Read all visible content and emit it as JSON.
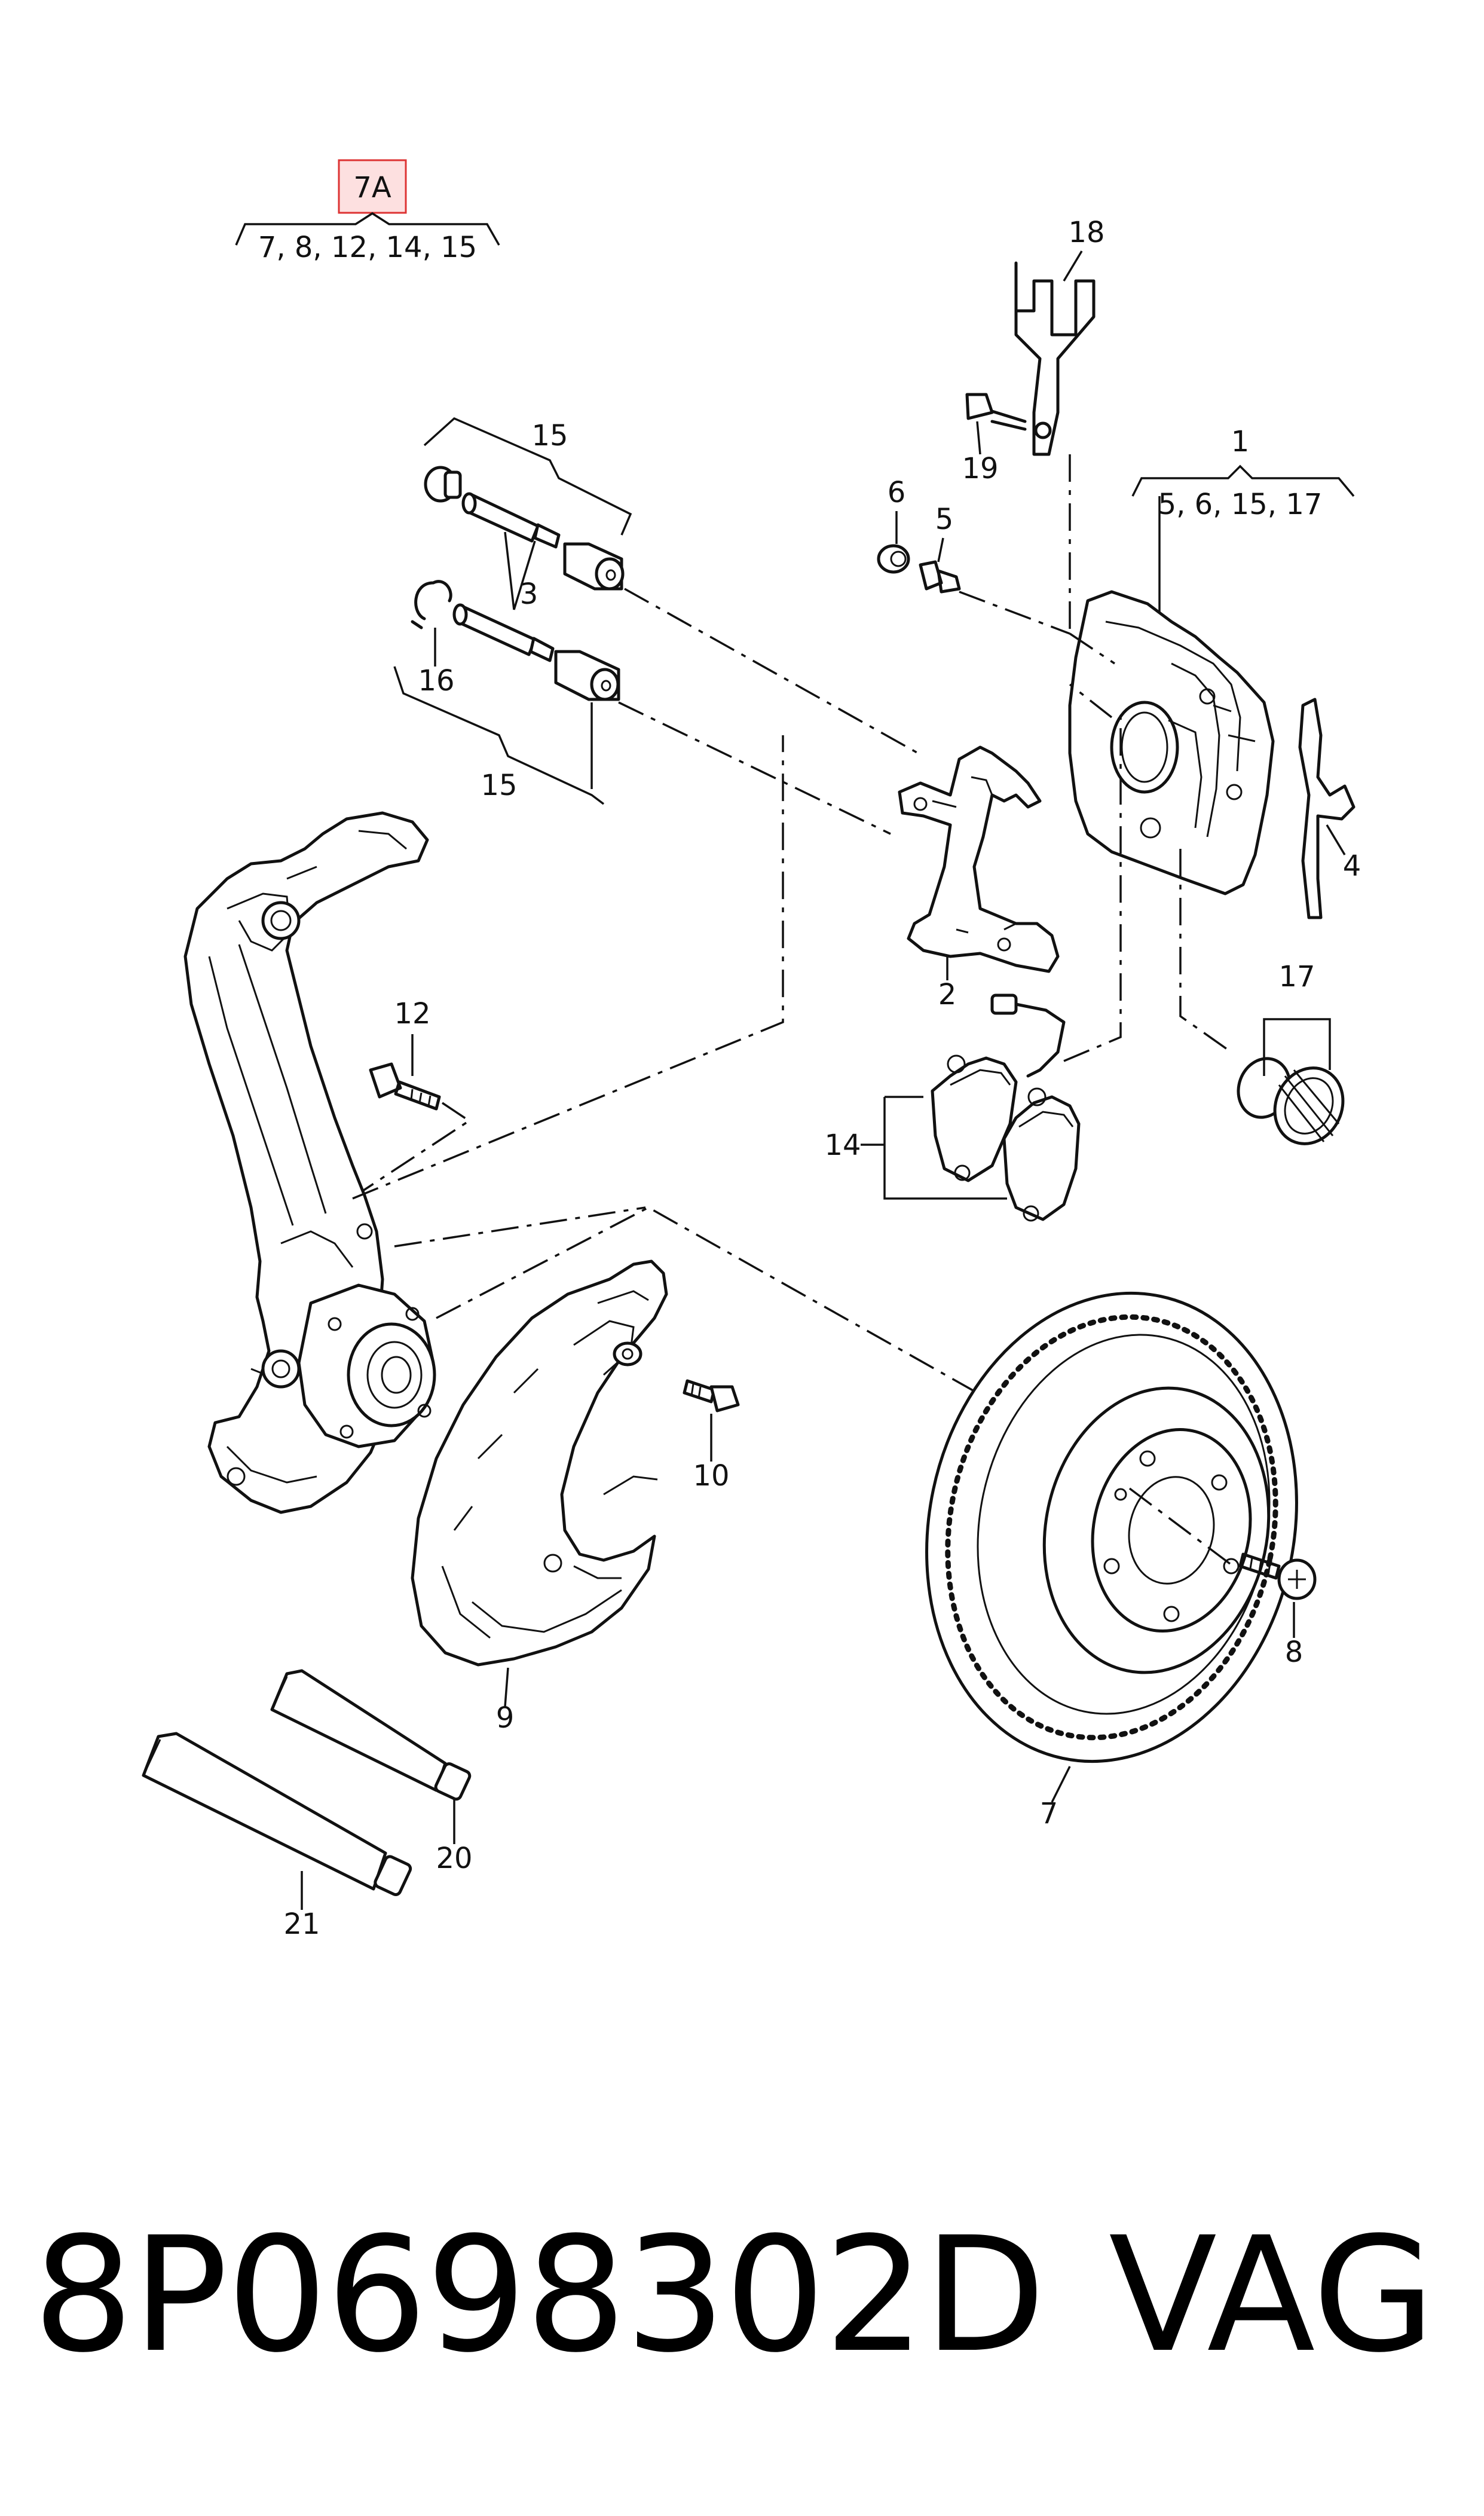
{
  "callouts": {
    "group_7a": {
      "code": "7A",
      "list": "7, 8, 12, 14, 15"
    },
    "group_1": {
      "number": "1",
      "list": "5, 6, 15, 17"
    },
    "group_15_top": "15",
    "group_15_bottom": "15",
    "n2": "2",
    "n3": "3",
    "n4": "4",
    "n5": "5",
    "n6": "6",
    "n7": "7",
    "n8": "8",
    "n9": "9",
    "n10": "10",
    "n12": "12",
    "n14": "14",
    "n16": "16",
    "n17": "17",
    "n18": "18",
    "n19": "19",
    "n20": "20",
    "n21": "21"
  },
  "footer": {
    "part_number": "8P0698302D",
    "brand": "VAG"
  }
}
